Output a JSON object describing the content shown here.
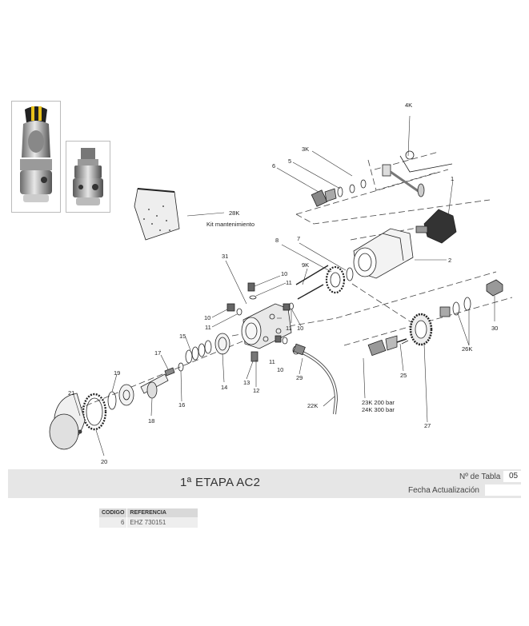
{
  "diagram": {
    "part_labels": {
      "p1": "1",
      "p2": "2",
      "p4k": "4K",
      "p3k": "3K",
      "p5": "5",
      "p6": "6",
      "p7": "7",
      "p8": "8",
      "p9k": "9K",
      "p31": "31",
      "p10a": "10",
      "p11a": "11",
      "p10b": "10",
      "p11b": "11",
      "p11c": "11",
      "p10c": "10",
      "p11d": "11",
      "p10d": "10",
      "p15": "15",
      "p14": "14",
      "p13": "13",
      "p12": "12",
      "p17": "17",
      "p16": "16",
      "p19": "19",
      "p18": "18",
      "p21": "21",
      "p20": "20",
      "p22k": "22K",
      "p29": "29",
      "p25": "25",
      "p27": "27",
      "p26k": "26K",
      "p30": "30",
      "p28k": "28K",
      "p28k_desc": "Kit mantenimiento",
      "p23k": "23K 200 bar",
      "p24k": "24K 300 bar"
    }
  },
  "footer": {
    "title": "1ª ETAPA AC2",
    "table_number_label": "Nº de Tabla",
    "table_number": "05",
    "update_date_label": "Fecha Actualización",
    "update_date": ""
  },
  "reference_table": {
    "headers": [
      "CODIGO",
      "REFERENCIA"
    ],
    "rows": [
      {
        "code": "6",
        "reference": "EHZ 730151"
      }
    ]
  }
}
